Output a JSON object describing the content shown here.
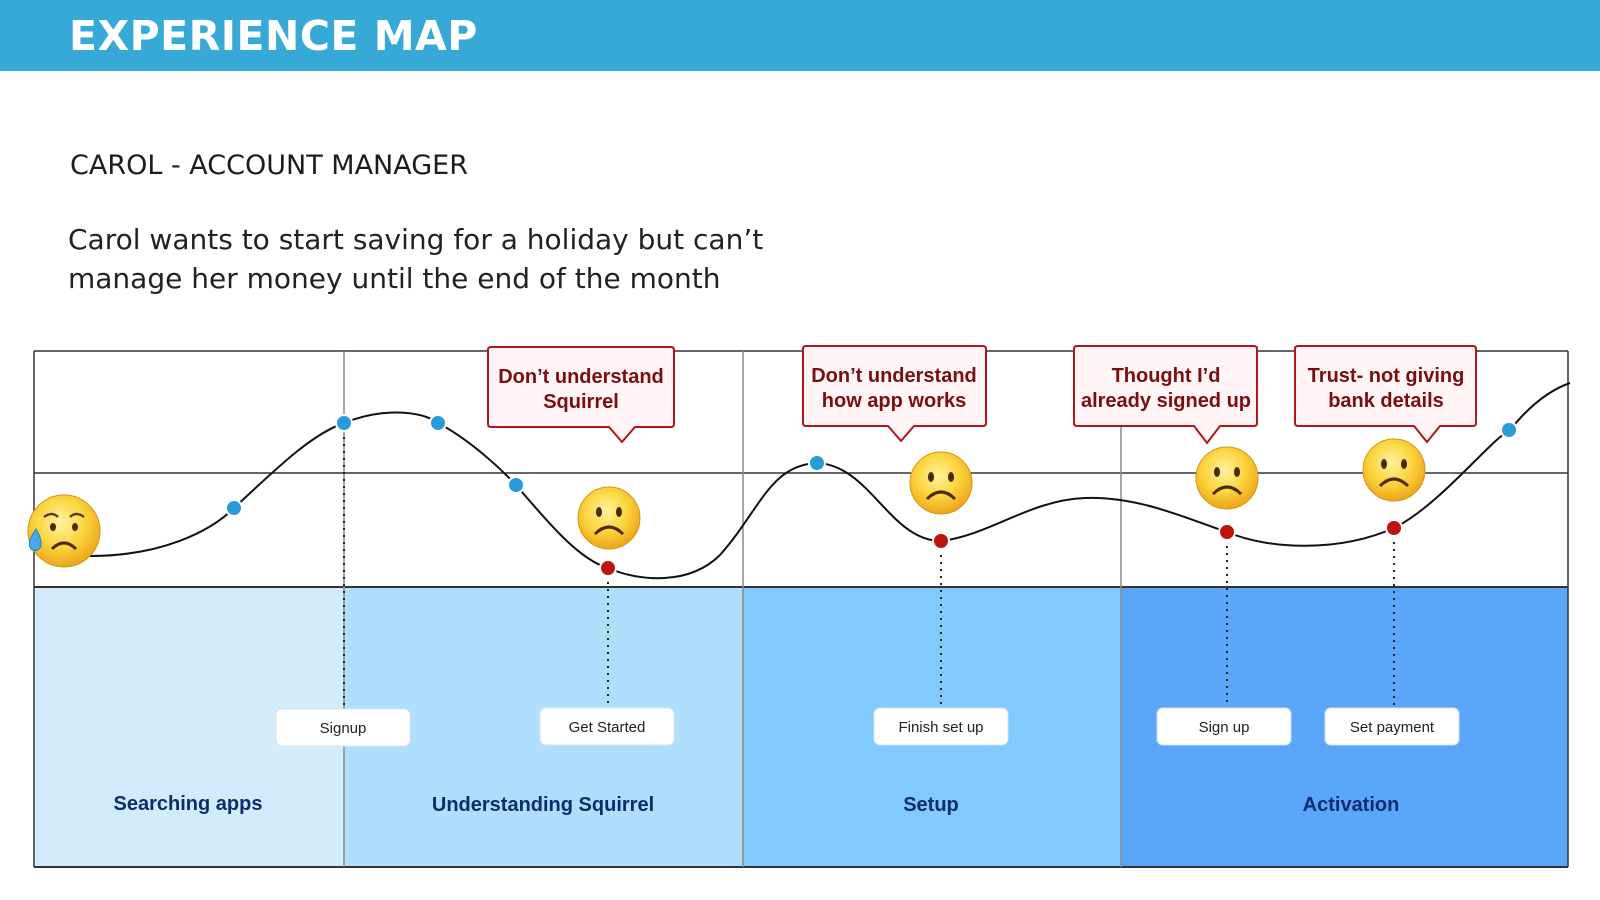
{
  "header": {
    "title": "EXPERIENCE MAP"
  },
  "persona": {
    "title": "CAROL - ACCOUNT MANAGER"
  },
  "scenario": {
    "text": "Carol wants to start saving for a holiday but can’t manage her money until the end of the month"
  },
  "stages": [
    {
      "label": "Searching apps",
      "color": "#d3ecfd"
    },
    {
      "label": "Understanding Squirrel",
      "color": "#b0defd"
    },
    {
      "label": "Setup",
      "color": "#81cafd"
    },
    {
      "label": "Activation",
      "color": "#5aa6fb"
    }
  ],
  "touchpoints": [
    "Signup",
    "Get Started",
    "Finish set up",
    "Sign up",
    "Set payment"
  ],
  "pain_points": [
    {
      "line1": "Don’t understand",
      "line2": "Squirrel"
    },
    {
      "line1": "Don’t understand",
      "line2": "how app works"
    },
    {
      "line1": "Thought I’d",
      "line2": "already signed up"
    },
    {
      "line1": "Trust- not giving",
      "line2": "bank details"
    }
  ],
  "colors": {
    "header": "#36a9d6",
    "positive_point": "#2a9bd8",
    "pain_point": "#c0120c",
    "callout_border": "#b0161c",
    "callout_text": "#7a0d10",
    "stage_label": "#0d2c6e"
  },
  "icons": [
    "sad-sweat-emoji",
    "frowning-face-emoji"
  ]
}
